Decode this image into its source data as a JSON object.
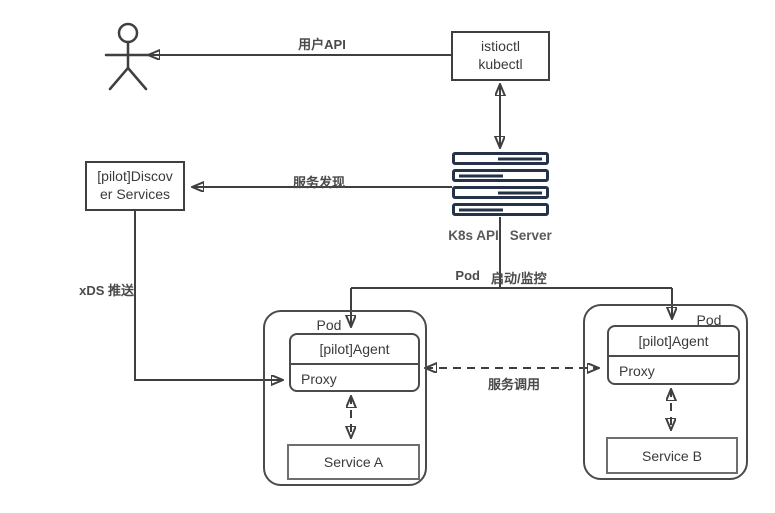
{
  "colors": {
    "bg": "#ffffff",
    "stroke": "#3f3f3f",
    "border": "#4b4b4b",
    "light_border": "#6e6e6e",
    "server": "#263248",
    "text": "#3a3a3a",
    "label": "#4a4a4a",
    "muted": "#5a5a5a"
  },
  "nodes": {
    "istioctl": {
      "line1": "istioctl",
      "line2": "kubectl"
    },
    "discover": {
      "line1": "[pilot]Discov",
      "line2": "er Services"
    },
    "k8s": {
      "part1": "K8s API",
      "part2": "Server"
    },
    "pod_a": {
      "label": "Pod",
      "agent": "[pilot]Agent",
      "proxy": "Proxy",
      "service": "Service A"
    },
    "pod_b": {
      "label": "Pod",
      "agent": "[pilot]Agent",
      "proxy": "Proxy",
      "service": "Service B"
    }
  },
  "edges": {
    "user_api": "用户API",
    "service_discovery": "服务发现",
    "xds_push": "xDS 推送",
    "pod_monitor": {
      "part1": "Pod",
      "part2": "启动/监控"
    },
    "service_call": "服务调用"
  }
}
